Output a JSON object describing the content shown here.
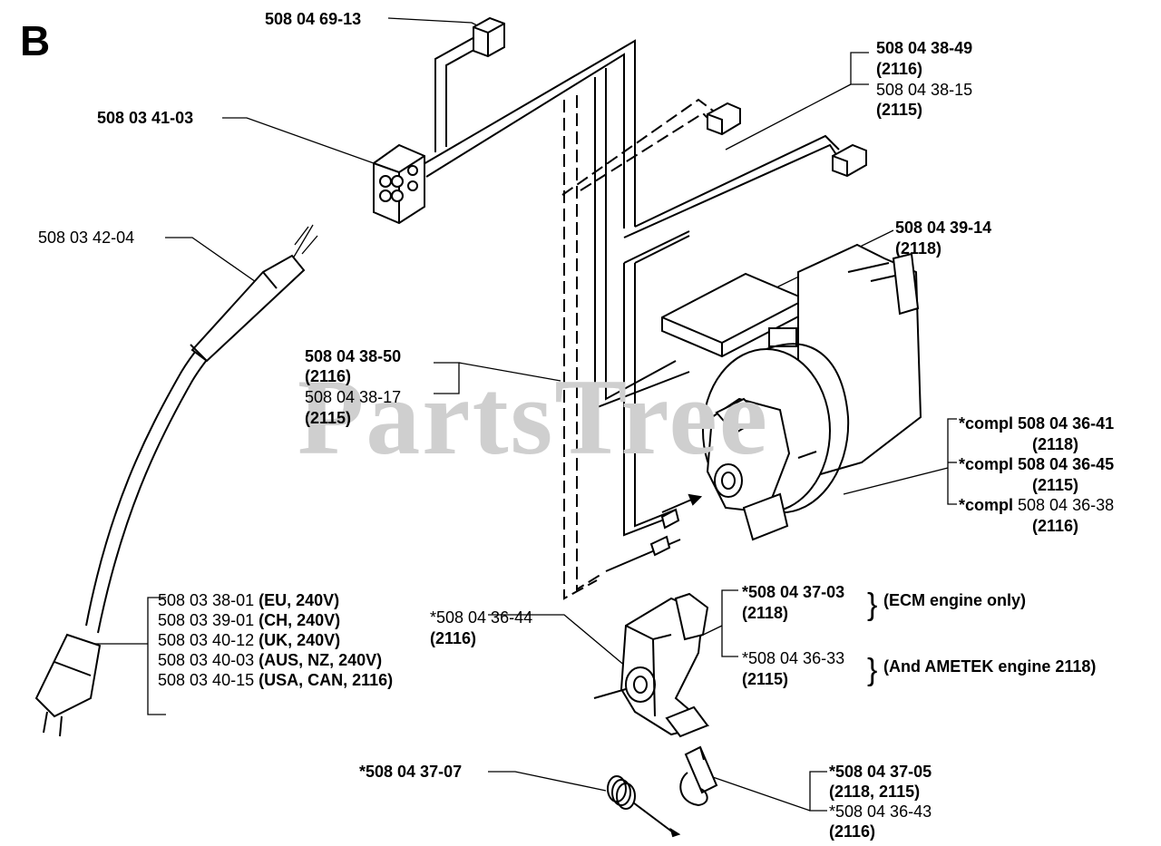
{
  "section_letter": "B",
  "watermark": "PartsTree",
  "labels": {
    "p_508046913": "508 04 69-13",
    "p_508034103": "508 03 41-03",
    "p_508034204": "508 03 42-04",
    "p_group_3849": {
      "l1": "508 04 38-49",
      "l2": "(2116)",
      "l3": "508 04 38-15",
      "l4": "(2115)"
    },
    "p_group_3914": {
      "l1": "508 04 39-14",
      "l2": "(2118)"
    },
    "p_group_3850": {
      "l1": "508 04 38-50",
      "l2": "(2116)",
      "l3": "508 04 38-17",
      "l4": "(2115)"
    },
    "p_group_motor": {
      "l1": "*compl 508 04 36-41",
      "l2": "(2118)",
      "l3": "*compl 508 04 36-45",
      "l4": "(2115)",
      "l5_bold": "*compl",
      "l5_plain": " 508 04 36-38",
      "l6": "(2116)"
    },
    "p_cords": [
      {
        "num": "508 03 38-01 ",
        "region": "(EU, 240V)"
      },
      {
        "num": "508 03 39-01 ",
        "region": "(CH, 240V)"
      },
      {
        "num": "508 03 40-12 ",
        "region": "(UK, 240V)"
      },
      {
        "num": "508 03 40-03 ",
        "region": "(AUS, NZ,  240V)"
      },
      {
        "num": "508 03 40-15 ",
        "region": "(USA, CAN, 2116)"
      }
    ],
    "p_group_3644": {
      "l1": "*508 04 36-44",
      "l2": "(2116)"
    },
    "p_group_brush": {
      "l1": "*508 04 37-03",
      "l2": "(2118)",
      "l3": "*508 04 36-33",
      "l4": "(2115)",
      "note1": "(ECM engine only)",
      "note2": "(And AMETEK engine 2118)",
      "brace": "}"
    },
    "p_508043707": "*508 04 37-07",
    "p_group_3705": {
      "l1": "*508 04 37-05",
      "l2": "(2118, 2115)",
      "l3": "*508 04 36-43",
      "l4": "(2116)"
    }
  }
}
